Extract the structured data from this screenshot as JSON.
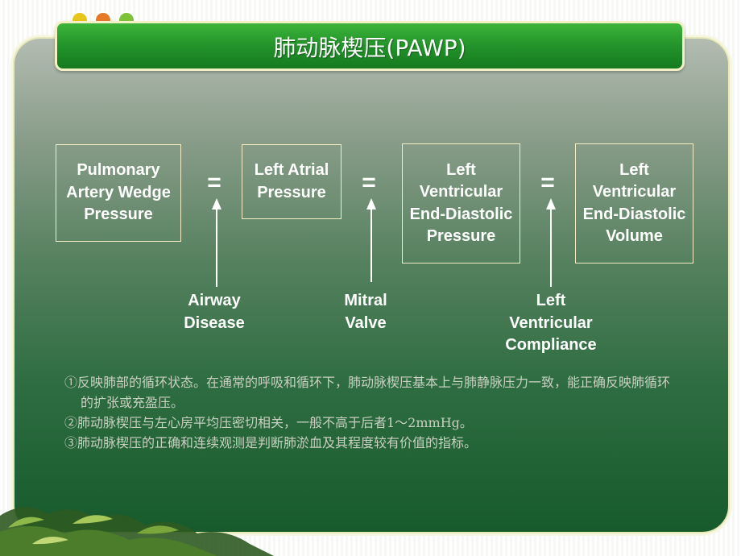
{
  "title": "肺动脉楔压(PAWP)",
  "boxes": [
    {
      "text": "Pulmonary Artery Wedge Pressure"
    },
    {
      "text": "Left Atrial Pressure"
    },
    {
      "text": "Left Ventricular End-Diastolic Pressure"
    },
    {
      "text": "Left Ventricular End-Diastolic Volume"
    }
  ],
  "equals": [
    "=",
    "=",
    "="
  ],
  "factors": [
    {
      "text": "Airway Disease"
    },
    {
      "text": "Mitral Valve"
    },
    {
      "text": "Left Ventricular Compliance"
    }
  ],
  "notes": [
    "①反映肺部的循环状态。在通常的呼吸和循环下，肺动脉楔压基本上与肺静脉压力一致，能正确反映肺循环的扩张或充盈压。",
    "②肺动脉楔压与左心房平均压密切相关，一般不高于后者1～2mmHg。",
    "③肺动脉楔压的正确和连续观测是判断肺淤血及其程度较有价值的指标。"
  ],
  "colors": {
    "title_bar": "#22932a",
    "dot_yellow": "#e8c51a",
    "dot_orange": "#e7792b",
    "dot_green": "#7fc23a",
    "text": "#ffffff"
  }
}
